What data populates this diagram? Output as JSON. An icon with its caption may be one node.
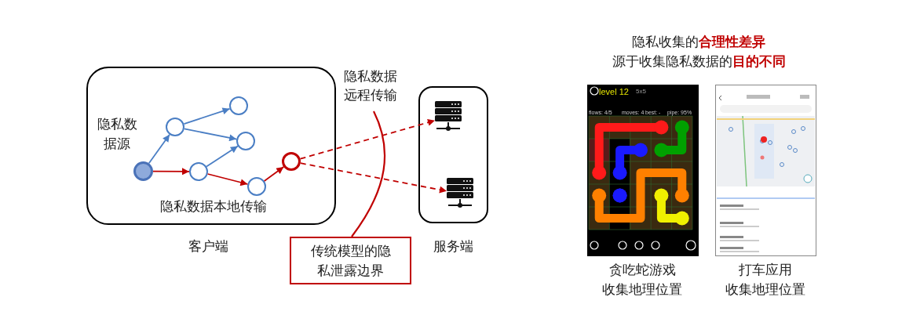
{
  "diagram": {
    "nodes": [
      {
        "text": [
          "隐私数据本地传输"
        ],
        "beside": [
          "客户端"
        ]
      },
      {
        "text": [],
        "shape": "circle",
        "in": 0,
        "beside": [
          "隐私数据源"
        ]
      },
      {
        "text": [],
        "shape": "circle",
        "in": 0
      },
      {
        "text": [],
        "shape": "circle",
        "in": 0
      },
      {
        "text": [],
        "shape": "circle",
        "in": 0
      },
      {
        "text": [],
        "shape": "circle",
        "in": 0
      },
      {
        "text": [],
        "shape": "circle",
        "in": 0
      },
      {
        "text": [],
        "shape": "circle",
        "in": 0
      },
      {
        "text": [],
        "shape": "box",
        "beside": [
          "服务端"
        ]
      },
      {
        "text": [],
        "shape": "picture",
        "in": 8
      },
      {
        "text": [],
        "shape": "picture",
        "in": 8
      },
      {
        "text": [
          "传统模型的隐私泄露边界"
        ]
      }
    ],
    "edges": [
      {
        "from": 1,
        "to": 2,
        "arrow": "to",
        "color": "#4a7ec4"
      },
      {
        "from": 2,
        "to": 3,
        "arrow": "to",
        "color": "#4a7ec4"
      },
      {
        "from": 2,
        "to": 4,
        "arrow": "to",
        "color": "#4a7ec4"
      },
      {
        "from": 5,
        "to": 4,
        "arrow": "to",
        "color": "#4a7ec4"
      },
      {
        "from": 1,
        "to": 5,
        "arrow": "to"
      },
      {
        "from": 5,
        "to": 6,
        "arrow": "to"
      },
      {
        "from": 6,
        "to": 7,
        "arrow": "to"
      },
      {
        "from": 7,
        "to": 9,
        "arrow": "to",
        "style": "dashed"
      },
      {
        "from": 7,
        "to": 10,
        "arrow": "to",
        "style": "dashed"
      },
      {
        "from": 11,
        "to": null,
        "arrow": "none"
      }
    ],
    "labels": [
      "隐私数据远程传输",
      "隐私收集的**合理性差异**",
      "源于收集隐私数据的**目的不同**",
      "level 12",
      "5x5",
      "flows: 4/5",
      "moves: 4",
      "best: -",
      "pipe: 95%",
      "贪吃蛇游戏",
      "收集地理位置",
      "打车应用",
      "收集地理位置"
    ]
  }
}
